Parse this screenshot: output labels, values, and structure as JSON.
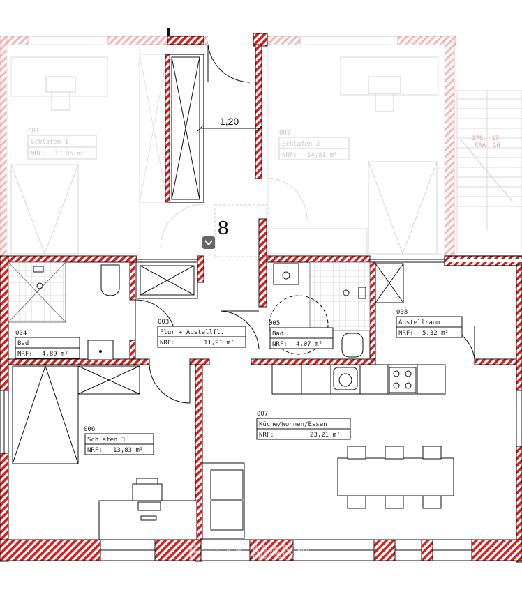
{
  "dimension": {
    "value": "1,20"
  },
  "stair": {
    "label_a": "17S",
    "label_b": "17",
    "label_c": "RAA",
    "label_d": "16"
  },
  "level": {
    "marker": "8"
  },
  "watermark": {
    "brand": "FELIX MANN",
    "sub": "IMMOBILIEN"
  },
  "colors": {
    "wall": "#e11919",
    "wall_faded": "#f4b5b5",
    "line": "#1a1a1a",
    "line_faded": "#d8d8d8"
  },
  "icons": {
    "dropdown": "chevron-down-icon"
  },
  "rooms": [
    {
      "number": "001",
      "name": "Schlafen 1",
      "nrf_label": "NRF:",
      "nrf_value": "13,95 m²"
    },
    {
      "number": "002",
      "name": "Schlafen 2",
      "nrf_label": "NRF:",
      "nrf_value": "14,81 m²"
    },
    {
      "number": "003",
      "name": "Flur + Abstellfl.",
      "nrf_label": "NRF:",
      "nrf_value": "11,91 m²"
    },
    {
      "number": "004",
      "name": "Bad",
      "nrf_label": "NRF:",
      "nrf_value": "4,89 m²"
    },
    {
      "number": "005",
      "name": "Bad",
      "nrf_label": "NRF:",
      "nrf_value": "4,07 m²"
    },
    {
      "number": "006",
      "name": "Schlafen 3",
      "nrf_label": "NRF:",
      "nrf_value": "13,83 m²"
    },
    {
      "number": "007",
      "name": "Küche/Wohnen/Essen",
      "nrf_label": "NRF:",
      "nrf_value": "23,21 m²"
    },
    {
      "number": "008",
      "name": "Abstellraum",
      "nrf_label": "NRF:",
      "nrf_value": "5,32 m²"
    }
  ]
}
